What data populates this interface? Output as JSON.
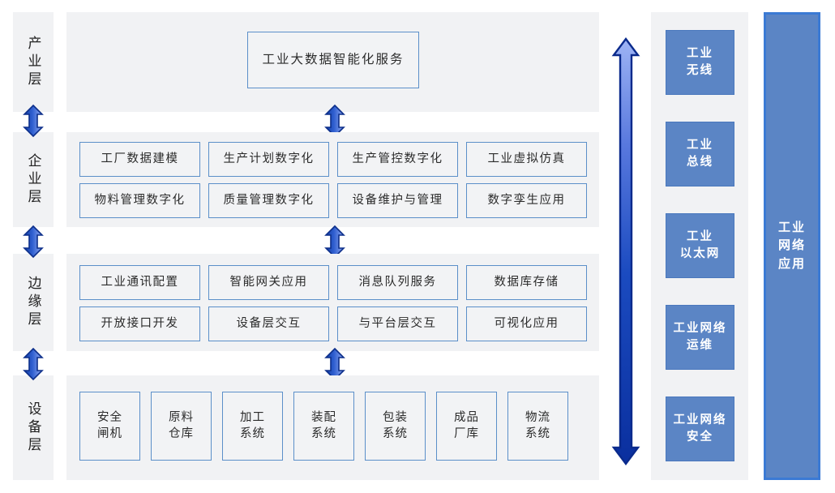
{
  "diagram": {
    "title": "工业大数据智能化服务",
    "layers": [
      {
        "id": "industry",
        "label": "产业层"
      },
      {
        "id": "enterprise",
        "label": "企业层"
      },
      {
        "id": "edge",
        "label": "边缘层"
      },
      {
        "id": "device",
        "label": "设备层"
      }
    ],
    "industry_layer": {
      "boxes": [
        "工业大数据智能化服务"
      ]
    },
    "enterprise_layer": {
      "row1": [
        "工厂数据建模",
        "生产计划数字化",
        "生产管控数字化",
        "工业虚拟仿真"
      ],
      "row2": [
        "物料管理数字化",
        "质量管理数字化",
        "设备维护与管理",
        "数字孪生应用"
      ]
    },
    "edge_layer": {
      "row1": [
        "工业通讯配置",
        "智能网关应用",
        "消息队列服务",
        "数据库存储"
      ],
      "row2": [
        "开放接口开发",
        "设备层交互",
        "与平台层交互",
        "可视化应用"
      ]
    },
    "device_layer": {
      "boxes": [
        {
          "line1": "安全",
          "line2": "闸机"
        },
        {
          "line1": "原料",
          "line2": "仓库"
        },
        {
          "line1": "加工",
          "line2": "系统"
        },
        {
          "line1": "装配",
          "line2": "系统"
        },
        {
          "line1": "包装",
          "line2": "系统"
        },
        {
          "line1": "成品",
          "line2": "厂库"
        },
        {
          "line1": "物流",
          "line2": "系统"
        }
      ]
    },
    "network_column": {
      "items": [
        {
          "line1": "工业",
          "line2": "无线"
        },
        {
          "line1": "工业",
          "line2": "总线"
        },
        {
          "line1": "工业",
          "line2": "以太网"
        },
        {
          "line1": "工业网络",
          "line2": "运维"
        },
        {
          "line1": "工业网络",
          "line2": "安全"
        }
      ]
    },
    "network_application_bar": {
      "line1": "工业",
      "line2": "网络",
      "line3": "应用"
    },
    "connectors": {
      "vertical_double_arrow": "double-arrow-vertical",
      "layer_links": [
        "double-arrow-vertical",
        "double-arrow-vertical",
        "double-arrow-vertical"
      ]
    },
    "colors": {
      "panel_bg": "#f1f2f4",
      "box_border": "#5b8fc9",
      "box_fill": "#f2f3f5",
      "net_fill": "#5b85c5",
      "net_border": "#4a78bd",
      "bar_border": "#3b7ad4",
      "arrow_dark": "#0f3fa8",
      "arrow_light": "#8fa8f0"
    }
  }
}
